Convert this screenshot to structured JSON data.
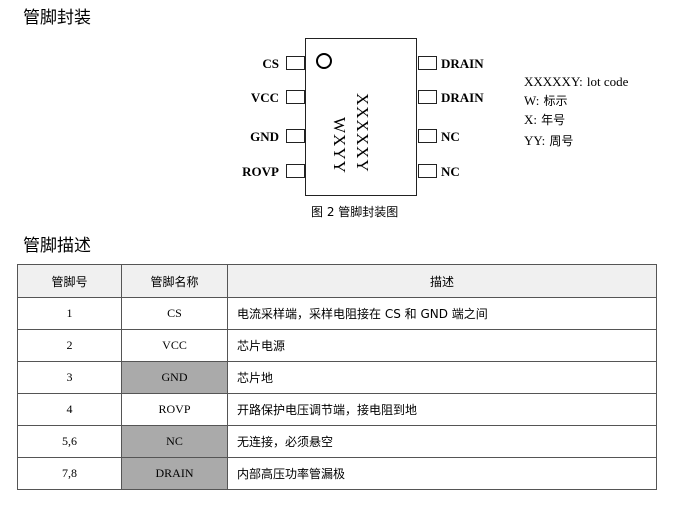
{
  "heading_package": "管脚封装",
  "heading_desc": "管脚描述",
  "chip": {
    "marking_line1": "XXXXXY",
    "marking_line2": "WXYY",
    "left_pins": [
      "CS",
      "VCC",
      "GND",
      "ROVP"
    ],
    "right_pins": [
      "DRAIN",
      "DRAIN",
      "NC",
      "NC"
    ]
  },
  "legend": [
    {
      "tag": "XXXXXY:",
      "value": "lot code"
    },
    {
      "tag": "W:",
      "value": "标示"
    },
    {
      "tag": "X:",
      "value": "年号"
    },
    {
      "tag": "YY:",
      "value": "周号"
    }
  ],
  "caption": "图 2  管脚封装图",
  "table": {
    "headers": [
      "管脚号",
      "管脚名称",
      "描述"
    ],
    "rows": [
      {
        "num": "1",
        "name": "CS",
        "desc": "电流采样端，采样电阻接在  CS  和  GND  端之间",
        "shaded": false
      },
      {
        "num": "2",
        "name": "VCC",
        "desc": "芯片电源",
        "shaded": false
      },
      {
        "num": "3",
        "name": "GND",
        "desc": "芯片地",
        "shaded": true
      },
      {
        "num": "4",
        "name": "ROVP",
        "desc": "开路保护电压调节端，接电阻到地",
        "shaded": false
      },
      {
        "num": "5,6",
        "name": "NC",
        "desc": "无连接，必须悬空",
        "shaded": true
      },
      {
        "num": "7,8",
        "name": "DRAIN",
        "desc": "内部高压功率管漏极",
        "shaded": true
      }
    ]
  }
}
